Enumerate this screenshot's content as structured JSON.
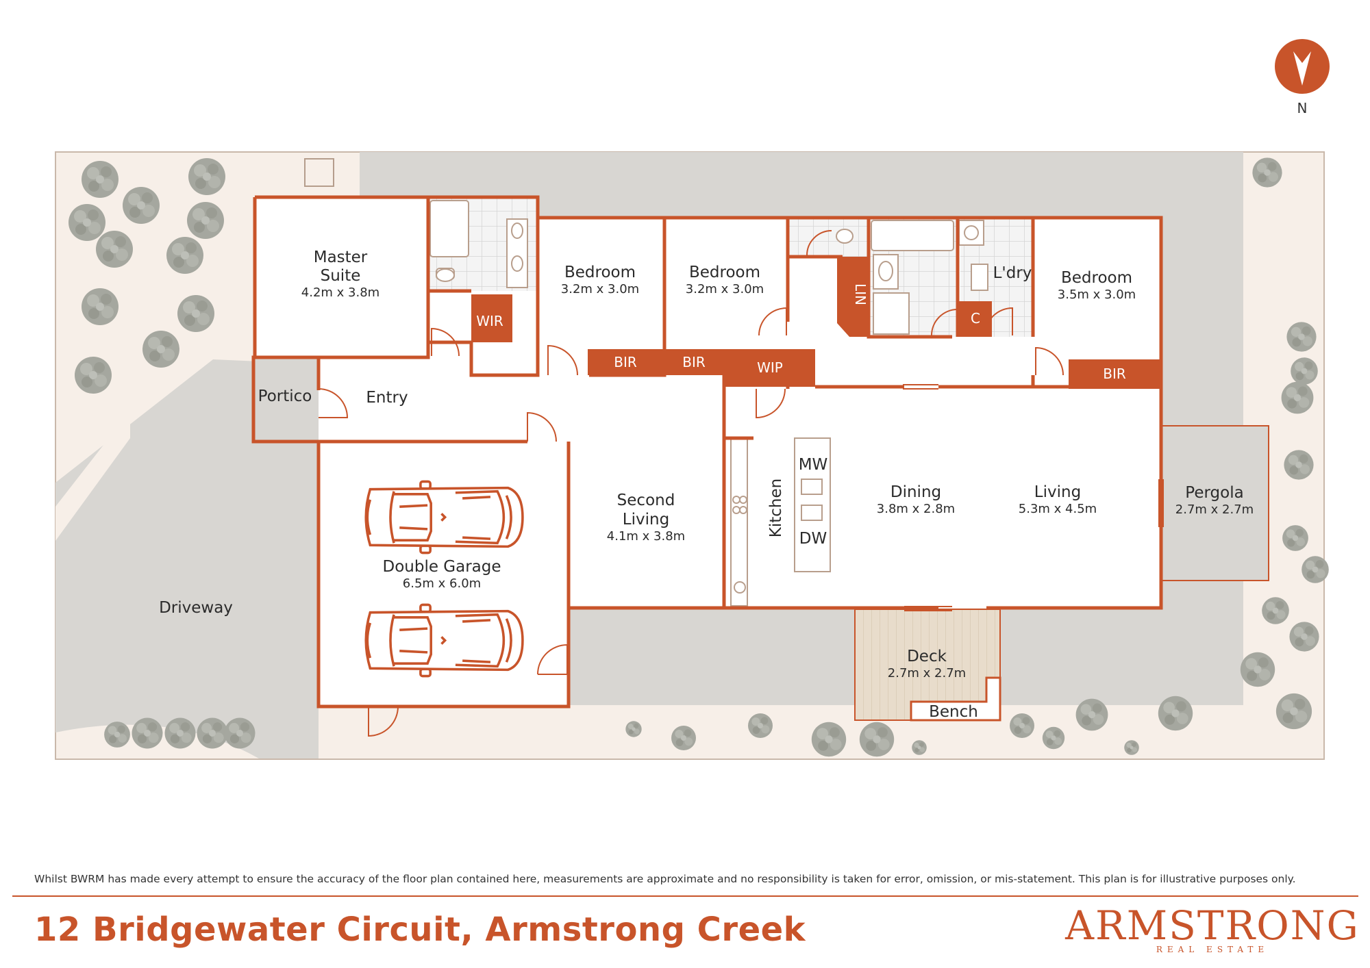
{
  "compass": {
    "label": "N",
    "icon": "north-arrow-icon"
  },
  "rooms": {
    "master_suite": {
      "name_line1": "Master",
      "name_line2": "Suite",
      "dims": "4.2m x 3.8m"
    },
    "bedroom_2": {
      "name": "Bedroom",
      "dims": "3.2m x 3.0m"
    },
    "bedroom_3": {
      "name": "Bedroom",
      "dims": "3.2m x 3.0m"
    },
    "bedroom_4": {
      "name": "Bedroom",
      "dims": "3.5m x 3.0m"
    },
    "laundry": {
      "name": "L'dry"
    },
    "portico": {
      "name": "Portico"
    },
    "entry": {
      "name": "Entry"
    },
    "double_garage": {
      "name": "Double Garage",
      "dims": "6.5m x 6.0m"
    },
    "second_living": {
      "name_line1": "Second",
      "name_line2": "Living",
      "dims": "4.1m x 3.8m"
    },
    "kitchen": {
      "name": "Kitchen"
    },
    "dining": {
      "name": "Dining",
      "dims": "3.8m x 2.8m"
    },
    "living": {
      "name": "Living",
      "dims": "5.3m x 4.5m"
    },
    "pergola": {
      "name": "Pergola",
      "dims": "2.7m x 2.7m"
    },
    "deck": {
      "name": "Deck",
      "dims": "2.7m x 2.7m"
    },
    "bench": {
      "name": "Bench"
    },
    "driveway": {
      "name": "Driveway"
    }
  },
  "storage_tags": {
    "wir": "WIR",
    "bir_1": "BIR",
    "bir_2": "BIR",
    "wip": "WIP",
    "lin": "LIN",
    "c": "C",
    "bir_3": "BIR"
  },
  "appliances": {
    "mw": "MW",
    "dw": "DW"
  },
  "footer": {
    "disclaimer": "Whilst BWRM  has made every attempt to ensure the accuracy of the floor plan contained here, measurements are approximate and no responsibility is taken for error, omission, or mis-statement. This plan is for illustrative purposes only.",
    "address": "12 Bridgewater Circuit, Armstrong Creek",
    "brand_name": "ARMSTRONG",
    "brand_sub": "REAL ESTATE"
  },
  "colors": {
    "accent": "#c8542a",
    "ground": "#f7efe8",
    "paving": "#d8d6d2",
    "deck": "#e6dbcb",
    "tile": "#ececec",
    "tree": "#a3a59e"
  }
}
